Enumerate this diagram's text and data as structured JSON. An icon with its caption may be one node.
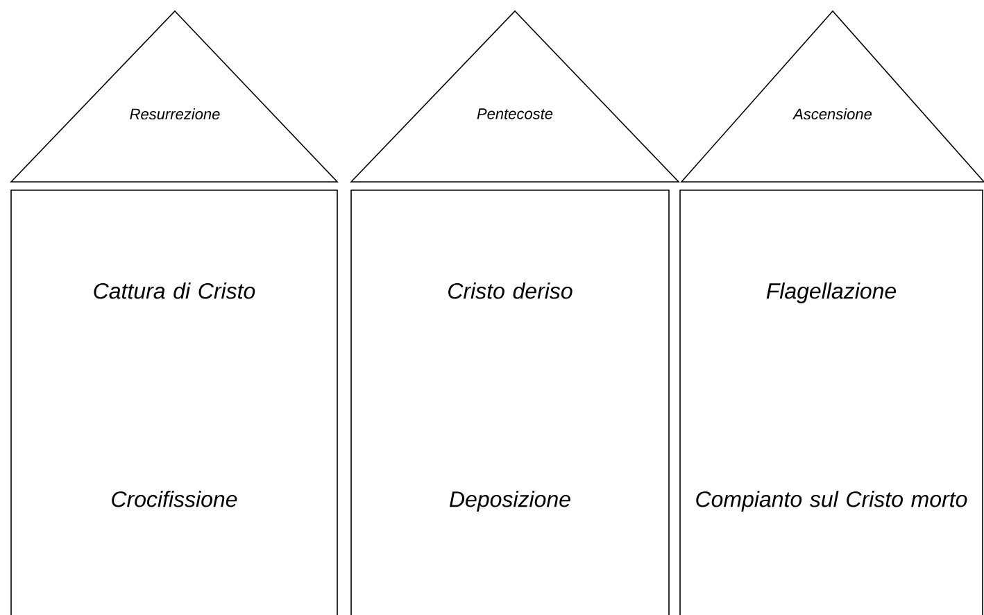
{
  "diagram": {
    "nodes": [
      {
        "text": [
          "Resurrezione"
        ]
      },
      {
        "text": [
          "Pentecoste"
        ]
      },
      {
        "text": [
          "Ascensione"
        ]
      },
      {
        "text": [
          "Cattura di Cristo",
          "Crocifissione"
        ]
      },
      {
        "text": [
          "Cristo deriso",
          "Deposizione"
        ]
      },
      {
        "text": [
          "Flagellazione",
          "Compianto sul Cristo morto"
        ]
      }
    ]
  }
}
